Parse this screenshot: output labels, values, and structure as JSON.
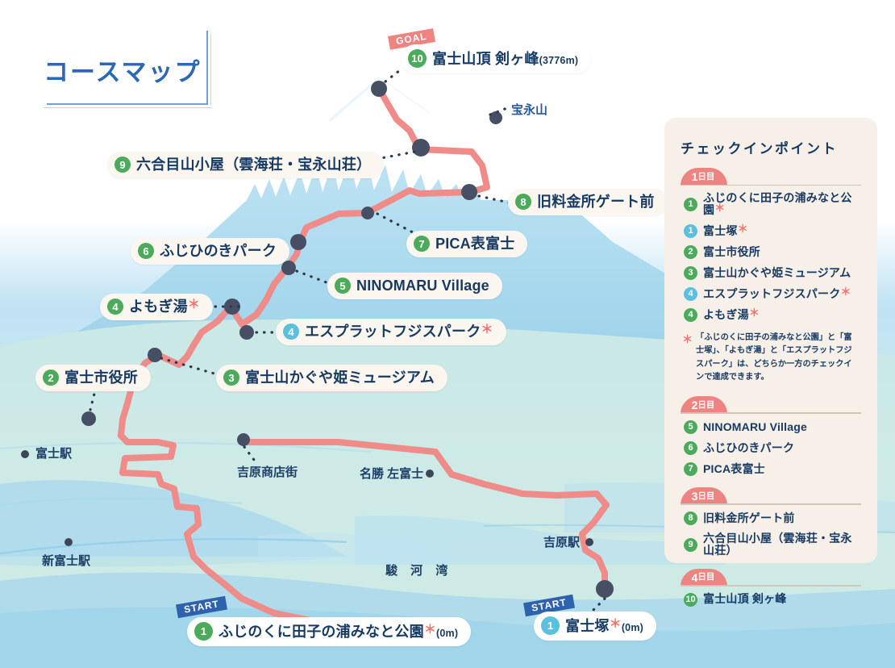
{
  "page": {
    "title": "コースマップ"
  },
  "colors": {
    "route": "#ef8b88",
    "green_marker": "#4caa5c",
    "blue_marker": "#5bc0de",
    "title_blue": "#2d68b2",
    "text_navy": "#173a63",
    "panel_cream": "#f7f0e8",
    "day_badge_red": "#ee8481",
    "start_badge_blue": "#2f62ad",
    "asterisk_red": "#f2706e",
    "sea_blue": "#a9d8ee",
    "land_mint": "#cfe9e4",
    "fuji_blue": "#8ecae6",
    "snow_white": "#ffffff"
  },
  "map": {
    "badges": {
      "goal": "GOAL",
      "start": "START"
    },
    "labels": [
      {
        "num": "10",
        "num_color": "green",
        "text": "富士山頂 剣ヶ峰",
        "sub": "(3776m)",
        "asterisk": false
      },
      {
        "num": "9",
        "num_color": "green",
        "text": "六合目山小屋（雲海荘・宝永山荘）",
        "sub": "",
        "asterisk": false
      },
      {
        "num": "8",
        "num_color": "green",
        "text": "旧料金所ゲート前",
        "sub": "",
        "asterisk": false
      },
      {
        "num": "7",
        "num_color": "green",
        "text": "PICA表富士",
        "sub": "",
        "asterisk": false
      },
      {
        "num": "6",
        "num_color": "green",
        "text": "ふじひのきパーク",
        "sub": "",
        "asterisk": false
      },
      {
        "num": "5",
        "num_color": "green",
        "text": "NINOMARU Village",
        "sub": "",
        "asterisk": false
      },
      {
        "num": "4",
        "num_color": "green",
        "text": "よもぎ湯",
        "sub": "",
        "asterisk": true
      },
      {
        "num": "4",
        "num_color": "blue",
        "text": "エスプラットフジスパーク",
        "sub": "",
        "asterisk": true
      },
      {
        "num": "3",
        "num_color": "green",
        "text": "富士山かぐや姫ミュージアム",
        "sub": "",
        "asterisk": false
      },
      {
        "num": "2",
        "num_color": "green",
        "text": "富士市役所",
        "sub": "",
        "asterisk": false
      },
      {
        "num": "1",
        "num_color": "green",
        "text": "ふじのくに田子の浦みなと公園",
        "sub": "(0m)",
        "asterisk": true
      },
      {
        "num": "1",
        "num_color": "blue",
        "text": "富士塚",
        "sub": "(0m)",
        "asterisk": true
      }
    ],
    "places": [
      {
        "name": "宝永山"
      },
      {
        "name": "富士駅"
      },
      {
        "name": "新富士駅"
      },
      {
        "name": "吉原商店街"
      },
      {
        "name": "名勝 左富士"
      },
      {
        "name": "吉原駅"
      },
      {
        "name": "駿 河 湾"
      }
    ]
  },
  "sidebar": {
    "title": "チェックインポイント",
    "days": [
      {
        "num": "1",
        "label": "日目",
        "items": [
          {
            "num": "1",
            "num_color": "green",
            "text": "ふじのくに田子の浦みなと公園",
            "asterisk": true
          },
          {
            "num": "1",
            "num_color": "blue",
            "text": "富士塚",
            "asterisk": true
          },
          {
            "num": "2",
            "num_color": "green",
            "text": "富士市役所",
            "asterisk": false
          },
          {
            "num": "3",
            "num_color": "green",
            "text": "富士山かぐや姫ミュージアム",
            "asterisk": false
          },
          {
            "num": "4",
            "num_color": "blue",
            "text": "エスプラットフジスパーク",
            "asterisk": true
          },
          {
            "num": "4",
            "num_color": "green",
            "text": "よもぎ湯",
            "asterisk": true
          }
        ]
      },
      {
        "num": "2",
        "label": "日目",
        "items": [
          {
            "num": "5",
            "num_color": "green",
            "text": "NINOMARU Village",
            "asterisk": false
          },
          {
            "num": "6",
            "num_color": "green",
            "text": "ふじひのきパーク",
            "asterisk": false
          },
          {
            "num": "7",
            "num_color": "green",
            "text": "PICA表富士",
            "asterisk": false
          }
        ]
      },
      {
        "num": "3",
        "label": "日目",
        "items": [
          {
            "num": "8",
            "num_color": "green",
            "text": "旧料金所ゲート前",
            "asterisk": false
          },
          {
            "num": "9",
            "num_color": "green",
            "text": "六合目山小屋（雲海荘・宝永山荘）",
            "asterisk": false
          }
        ]
      },
      {
        "num": "4",
        "label": "日目",
        "items": [
          {
            "num": "10",
            "num_color": "green",
            "text": "富士山頂 剣ヶ峰",
            "asterisk": false
          }
        ]
      }
    ],
    "note": {
      "asterisk": "＊",
      "text": "「ふじのくに田子の浦みなと公園」と「富士塚」、「よもぎ湯」と「エスプラットフジスパーク」は、どちらか一方のチェックインで達成できます。"
    }
  }
}
